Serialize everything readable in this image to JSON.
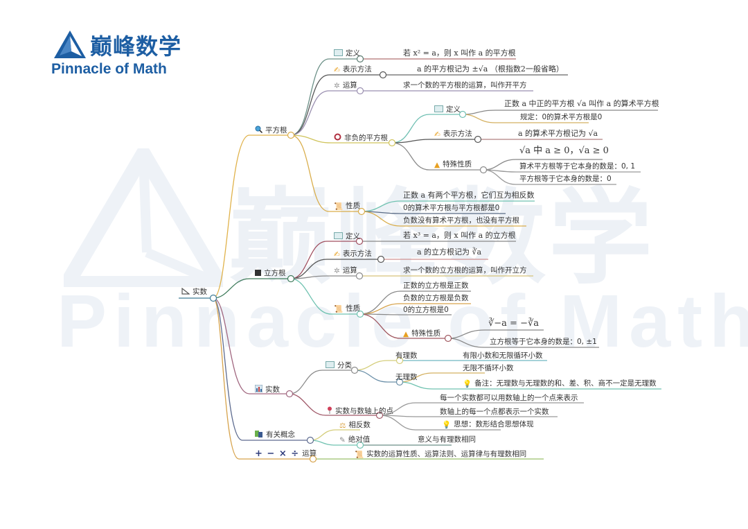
{
  "logo": {
    "cn": "巅峰数学",
    "en": "Pinnacle of Math",
    "color": "#1d5ea3"
  },
  "watermark": {
    "cn": "巅峰数学",
    "en": "Pinnacle of Math"
  },
  "mindmap": {
    "root": {
      "label": "实数",
      "icon": "triangle-ruler-icon"
    },
    "branches": {
      "square_root": {
        "label": "平方根",
        "icon": "magnifier-icon",
        "definition": {
          "label": "定义",
          "icon": "book-icon",
          "text": "若 x² = a，则 x 叫作 a 的平方根"
        },
        "notation": {
          "label": "表示方法",
          "icon": "hand-icon",
          "text": "a 的平方根记为 ±√a （根指数2一般省略）"
        },
        "operation": {
          "label": "运算",
          "icon": "gear-icon",
          "text": "求一个数的平方根的运算，叫作开平方"
        },
        "nonneg": {
          "label": "非负的平方根",
          "icon": "ring-icon",
          "definition": {
            "label": "定义",
            "icon": "book-icon",
            "items": [
              "正数 a 中正的平方根 √a 叫作 a 的算术平方根",
              "规定：0的算术平方根是0"
            ]
          },
          "notation": {
            "label": "表示方法",
            "icon": "hand-icon",
            "text": "a 的算术平方根记为 √a"
          },
          "special": {
            "label": "特殊性质",
            "icon": "warning-icon",
            "items": [
              "√a 中 a ≥ 0，√a ≥ 0",
              "算术平方根等于它本身的数是：0, 1",
              "平方根等于它本身的数是：0"
            ]
          }
        },
        "properties": {
          "label": "性质",
          "icon": "scroll-icon",
          "items": [
            "正数 a 有两个平方根，它们互为相反数",
            "0的算术平方根与平方根都是0",
            "负数没有算术平方根，也没有平方根"
          ]
        }
      },
      "cube_root": {
        "label": "立方根",
        "icon": "black-square-icon",
        "definition": {
          "label": "定义",
          "icon": "book-icon",
          "text": "若 x³ = a，则 x 叫作 a 的立方根"
        },
        "notation": {
          "label": "表示方法",
          "icon": "hand-icon",
          "text": "a 的立方根记为 ∛a"
        },
        "operation": {
          "label": "运算",
          "icon": "gear-icon",
          "text": "求一个数的立方根的运算，叫作开立方"
        },
        "properties": {
          "label": "性质",
          "icon": "scroll-icon",
          "items": [
            "正数的立方根是正数",
            "负数的立方根是负数",
            "0的立方根是0"
          ],
          "special": {
            "label": "特殊性质",
            "icon": "warning-icon",
            "items": [
              "∛−a = −∛a",
              "立方根等于它本身的数是：0, ±1"
            ]
          }
        }
      },
      "real_numbers": {
        "label": "实数",
        "icon": "bar-chart-icon",
        "classification": {
          "label": "分类",
          "icon": "book-icon",
          "rational": {
            "label": "有理数",
            "text": "有限小数和无限循环小数"
          },
          "irrational": {
            "label": "无理数",
            "items": [
              "无限不循环小数",
              "备注：无理数与无理数的和、差、积、商不一定是无理数"
            ],
            "note_icon": "lightbulb-icon"
          }
        },
        "number_line": {
          "label": "实数与数轴上的点",
          "icon": "pin-icon",
          "items": [
            "每一个实数都可以用数轴上的一个点来表示",
            "数轴上的每一个点都表示一个实数",
            "思想：数形结合思想体现"
          ],
          "note_icon": "lightbulb-icon"
        }
      },
      "concepts": {
        "label": "有关概念",
        "icon": "books-icon",
        "opposite": {
          "label": "相反数",
          "icon": "balance-icon"
        },
        "absolute": {
          "label": "绝对值",
          "icon": "pencil-icon",
          "text": "意义与有理数相同"
        }
      },
      "operations": {
        "label": "运算",
        "icon": "plus-minus-times-divide-icon",
        "icon_text": "+ − × ÷",
        "text": "实数的运算性质、运算法则、运算律与有理数相同",
        "text_icon": "scroll-icon"
      }
    }
  }
}
